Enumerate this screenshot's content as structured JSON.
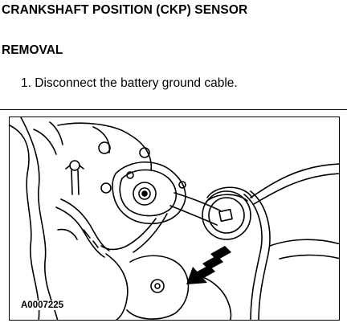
{
  "heading": "CRANKSHAFT POSITION (CKP) SENSOR",
  "section": "REMOVAL",
  "steps": [
    {
      "number": "1.",
      "text": "Disconnect the battery ground cable."
    }
  ],
  "figure": {
    "id": "A0007225"
  }
}
